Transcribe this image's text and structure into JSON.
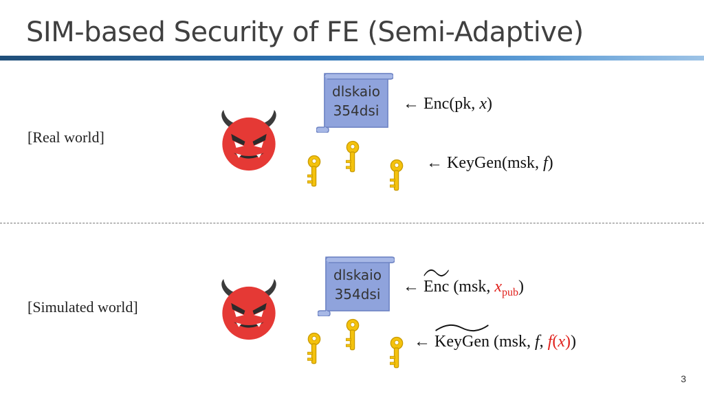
{
  "title": "SIM-based Security of FE (Semi-Adaptive)",
  "real": {
    "label": "[Real world]",
    "scroll_line1": "dlskaio",
    "scroll_line2": "354dsi",
    "enc": {
      "arrow": "←",
      "fn": "Enc(pk, ",
      "var": "x",
      "close": ")"
    },
    "keygen": {
      "arrow": "←",
      "fn": "KeyGen(msk, ",
      "var": "f",
      "close": ")"
    }
  },
  "simulated": {
    "label": "[Simulated world]",
    "scroll_line1": "dlskaio",
    "scroll_line2": "354dsi",
    "enc": {
      "arrow": "←",
      "fn": "Enc",
      "args_open": " (msk, ",
      "var": "x",
      "sub": "pub",
      "close": ")"
    },
    "keygen": {
      "arrow": "←",
      "fn": "KeyGen",
      "args_open": " (msk, ",
      "var1": "f",
      "sep": ", ",
      "var2": "f",
      "paren_open": "(",
      "var3": "x",
      "paren_close": ")",
      "close": ")"
    }
  },
  "page_number": "3",
  "icons": [
    "devil-icon",
    "scroll-icon",
    "key-icon"
  ],
  "colors": {
    "accent_red": "#e0201b",
    "scroll_blue": "#8fa3dc",
    "key_gold": "#f4c20d",
    "devil_red": "#e53935"
  }
}
